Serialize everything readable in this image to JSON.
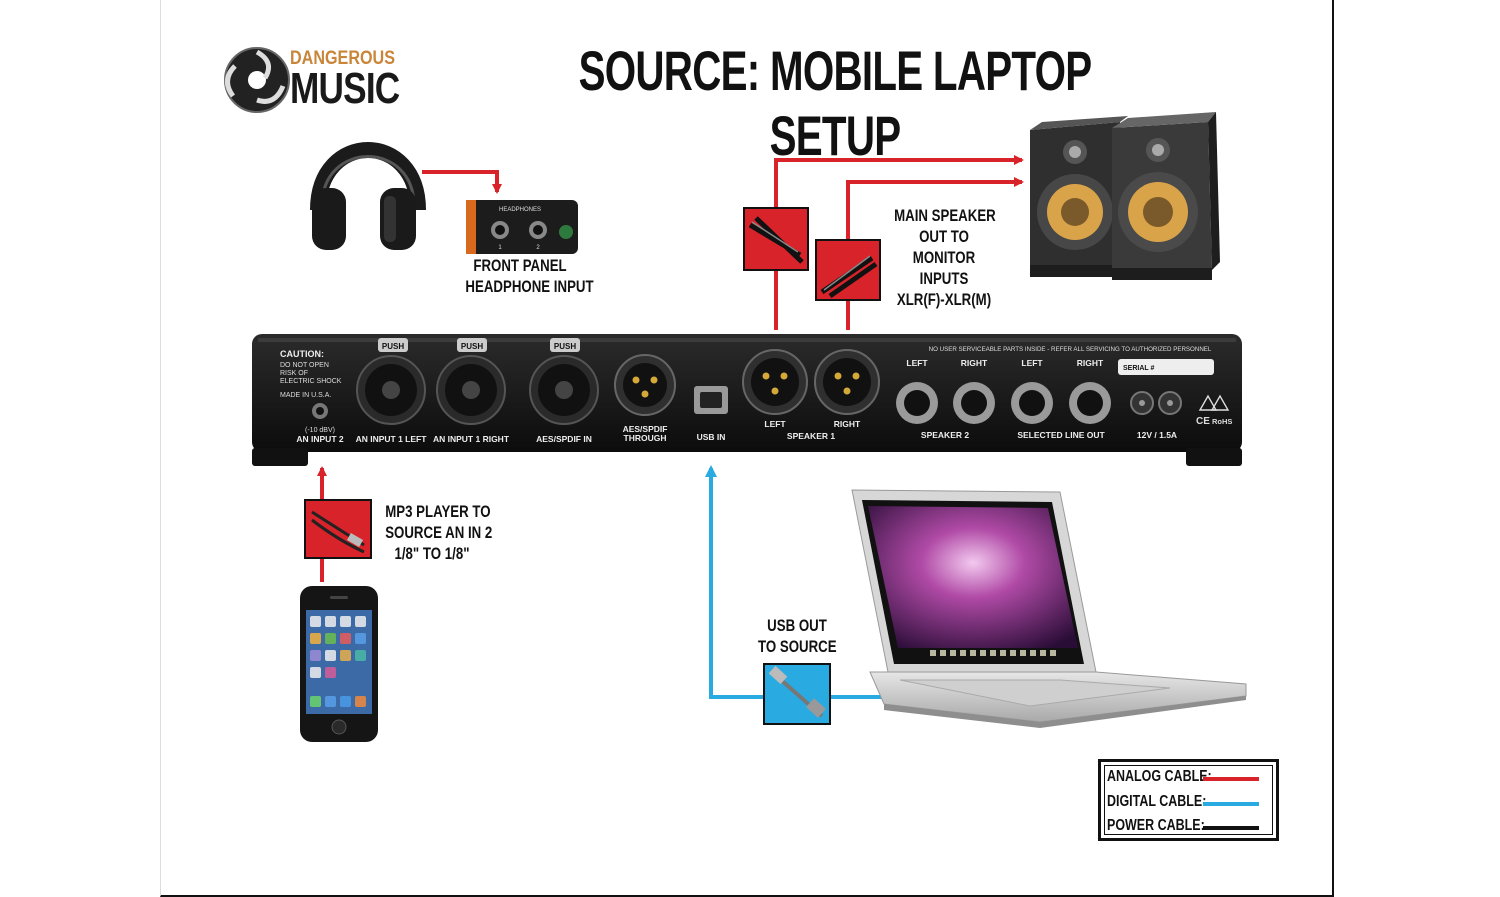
{
  "title": "SOURCE: MOBILE LAPTOP SETUP",
  "brand": {
    "line1": "DANGEROUS",
    "line2": "MUSIC"
  },
  "colors": {
    "analog": "#d8232a",
    "digital": "#29abe2",
    "power": "#111111",
    "box_red": "#d8232a",
    "box_blue": "#29abe2"
  },
  "callouts": {
    "headphone": [
      "FRONT PANEL",
      "HEADPHONE INPUT"
    ],
    "speaker": [
      "MAIN SPEAKER",
      "OUT TO",
      "MONITOR",
      "INPUTS",
      "XLR(F)-XLR(M)"
    ],
    "mp3": [
      "MP3 PLAYER TO",
      "SOURCE AN IN 2",
      "1/8\" TO 1/8\""
    ],
    "usb": [
      "USB OUT",
      "TO SOURCE"
    ]
  },
  "panel": {
    "caution": [
      "CAUTION:",
      "DO NOT OPEN",
      "RISK OF",
      "ELECTRIC SHOCK"
    ],
    "made_in": "MADE IN U.S.A.",
    "level": "(-10 dBV)",
    "an_input_2": "AN INPUT 2",
    "an_input_1_left": "AN INPUT 1 LEFT",
    "an_input_1_right": "AN INPUT 1 RIGHT",
    "aes_in": "AES/SPDIF IN",
    "aes_through": [
      "AES/SPDIF",
      "THROUGH"
    ],
    "usb_in": "USB IN",
    "push": "PUSH",
    "warning": "NO USER SERVICEABLE PARTS INSIDE - REFER ALL SERVICING TO AUTHORIZED PERSONNEL",
    "left": "LEFT",
    "right": "RIGHT",
    "speaker1": "SPEAKER 1",
    "speaker2": "SPEAKER 2",
    "selected_line_out": "SELECTED LINE OUT",
    "serial": "SERIAL #",
    "power": "12V / 1.5A",
    "ce": "CE",
    "rohs": "RoHS"
  },
  "headphone_panel": {
    "title": "HEADPHONES",
    "one": "1",
    "two": "2"
  },
  "legend": [
    {
      "label": "ANALOG CABLE:",
      "color": "#d8232a"
    },
    {
      "label": "DIGITAL CABLE:",
      "color": "#29abe2"
    },
    {
      "label": "POWER CABLE:",
      "color": "#111111"
    }
  ]
}
